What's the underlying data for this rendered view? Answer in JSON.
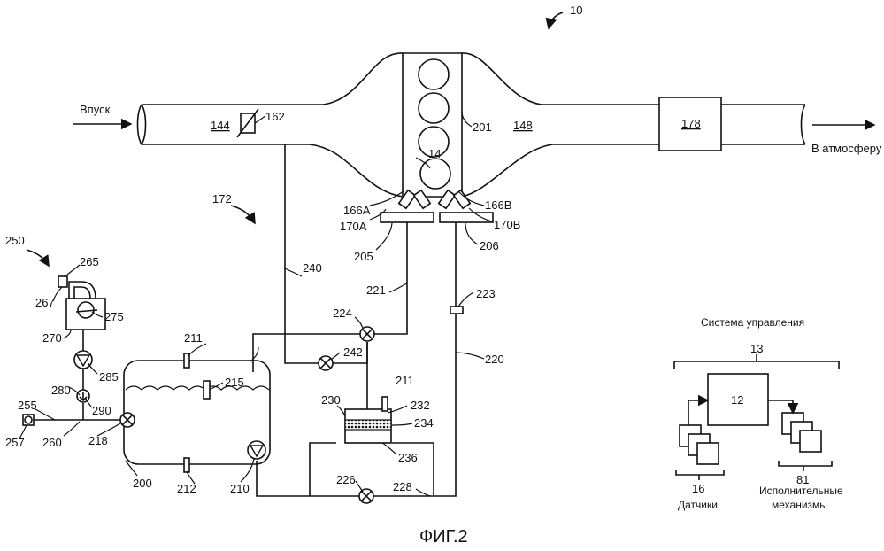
{
  "diagram": {
    "figure_caption": "ФИГ.2",
    "intake_label": "Впуск",
    "exhaust_label": "В атмосферу",
    "control_system_label": "Система управления",
    "sensors_label": "Датчики",
    "actuators_label_line1": "Исполнительные",
    "actuators_label_line2": "механизмы",
    "refs": {
      "r10": "10",
      "r13": "13",
      "r12": "12",
      "r16": "16",
      "r81": "81",
      "r14": "14",
      "r144": "144",
      "r148": "148",
      "r162": "162",
      "r172": "172",
      "r178": "178",
      "r200": "200",
      "r201": "201",
      "r205": "205",
      "r206": "206",
      "r210": "210",
      "r211a": "211",
      "r211b": "211",
      "r212": "212",
      "r215": "215",
      "r218": "218",
      "r220": "220",
      "r221": "221",
      "r223": "223",
      "r224": "224",
      "r226": "226",
      "r228": "228",
      "r230": "230",
      "r232": "232",
      "r234": "234",
      "r236": "236",
      "r240": "240",
      "r242": "242",
      "r250": "250",
      "r255": "255",
      "r257": "257",
      "r260": "260",
      "r265": "265",
      "r267": "267",
      "r270": "270",
      "r275": "275",
      "r280": "280",
      "r285": "285",
      "r290": "290",
      "r166a": "166A",
      "r166b": "166B",
      "r170a": "170A",
      "r170b": "170B"
    }
  }
}
